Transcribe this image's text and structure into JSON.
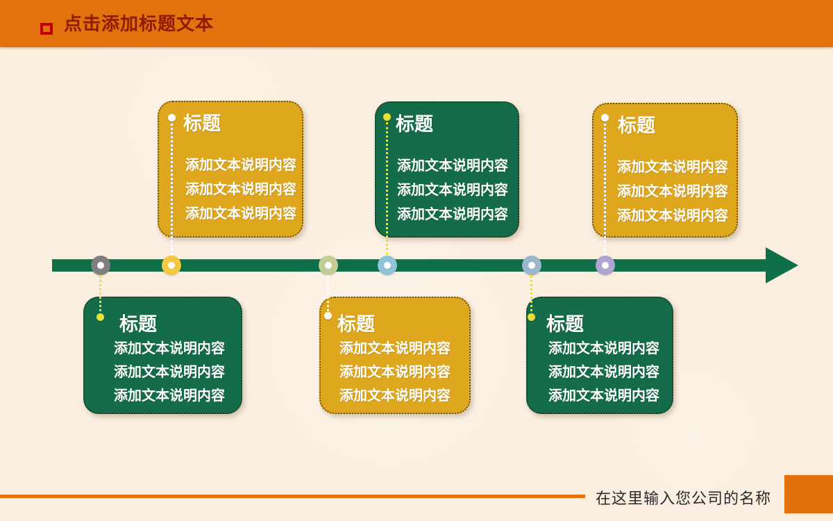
{
  "header": {
    "title": "点击添加标题文本",
    "bg": "#E2710E",
    "title_color": "#8F1C02",
    "bullet_color": "#C00000"
  },
  "slide": {
    "bg": "#FAEEDF"
  },
  "timeline": {
    "bar_color": "#0E6F49",
    "dots": [
      {
        "name": "gray-dot",
        "color": "#7F7F7F"
      },
      {
        "name": "yellow-dot",
        "color": "#F3C840"
      },
      {
        "name": "sage-dot",
        "color": "#C2CC95"
      },
      {
        "name": "blue-dot",
        "color": "#8EC3D8"
      },
      {
        "name": "steel-dot",
        "color": "#9CB6CD"
      },
      {
        "name": "purple-dot",
        "color": "#B0A5D0"
      }
    ]
  },
  "cards": [
    {
      "title": "标题",
      "lines": [
        "添加文本说明内容",
        "添加文本说明内容",
        "添加文本说明内容"
      ],
      "color": "#DFA71E",
      "connector": "#FFFFFF",
      "row": "top"
    },
    {
      "title": "标题",
      "lines": [
        "添加文本说明内容",
        "添加文本说明内容",
        "添加文本说明内容"
      ],
      "color": "#156C4A",
      "connector": "#E6E335",
      "row": "top"
    },
    {
      "title": "标题",
      "lines": [
        "添加文本说明内容",
        "添加文本说明内容",
        "添加文本说明内容"
      ],
      "color": "#DFA71E",
      "connector": "#FFFFFF",
      "row": "top"
    },
    {
      "title": "标题",
      "lines": [
        "添加文本说明内容",
        "添加文本说明内容",
        "添加文本说明内容"
      ],
      "color": "#156C4A",
      "connector": "#E6E335",
      "row": "bottom"
    },
    {
      "title": "标题",
      "lines": [
        "添加文本说明内容",
        "添加文本说明内容",
        "添加文本说明内容"
      ],
      "color": "#DFA71E",
      "connector": "#FFFFFF",
      "row": "bottom"
    },
    {
      "title": "标题",
      "lines": [
        "添加文本说明内容",
        "添加文本说明内容",
        "添加文本说明内容"
      ],
      "color": "#156C4A",
      "connector": "#E6E335",
      "row": "bottom"
    }
  ],
  "footer": {
    "company": "在这里输入您公司的名称",
    "accent": "#E2700D",
    "text_color": "#2B2B2B"
  },
  "icons": {
    "bullet": "square-outline-icon",
    "arrow": "right-arrowhead"
  }
}
